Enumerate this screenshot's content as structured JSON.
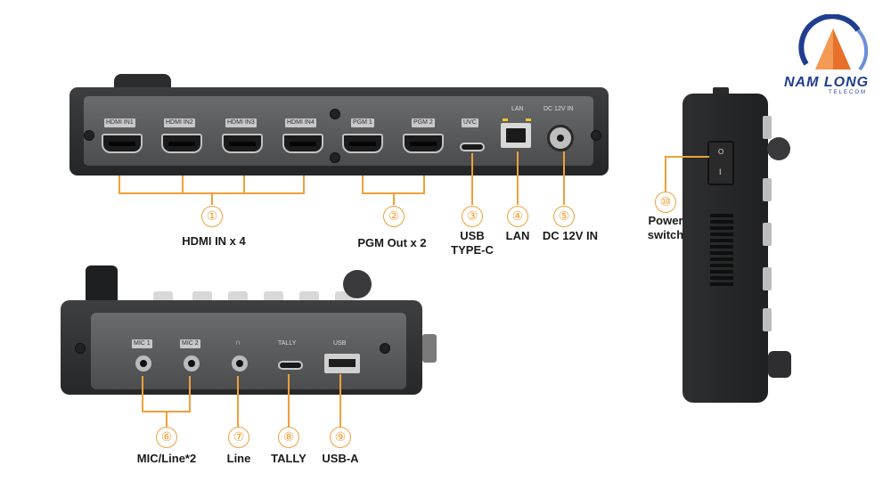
{
  "rear_panel": {
    "port_labels": [
      "HDMI IN1",
      "HDMI IN2",
      "HDMI IN3",
      "HDMI IN4",
      "PGM 1",
      "PGM 2",
      "UVC",
      "LAN",
      "DC 12V IN"
    ]
  },
  "front_panel": {
    "port_labels": [
      "MIC 1",
      "MIC 2",
      "∩",
      "TALLY",
      "USB"
    ]
  },
  "callouts": [
    {
      "number": "①",
      "label": "HDMI IN x 4"
    },
    {
      "number": "②",
      "label": "PGM Out x 2"
    },
    {
      "number": "③",
      "label": "USB\nTYPE-C"
    },
    {
      "number": "④",
      "label": "LAN"
    },
    {
      "number": "⑤",
      "label": "DC 12V IN"
    },
    {
      "number": "⑥",
      "label": "MIC/Line*2"
    },
    {
      "number": "⑦",
      "label": "Line"
    },
    {
      "number": "⑧",
      "label": "TALLY"
    },
    {
      "number": "⑨",
      "label": "USB-A"
    },
    {
      "number": "⑩",
      "label": "Power\nswitch"
    }
  ],
  "side_panel": {
    "switch_on": "I",
    "switch_off": "O"
  },
  "logo": {
    "name": "NAM LONG",
    "sub": "TELECOM"
  },
  "colors": {
    "callout": "#f0a03a",
    "logo_blue": "#1f3e8f",
    "logo_orange": "#e8702a",
    "device": "#2a2b2d"
  }
}
